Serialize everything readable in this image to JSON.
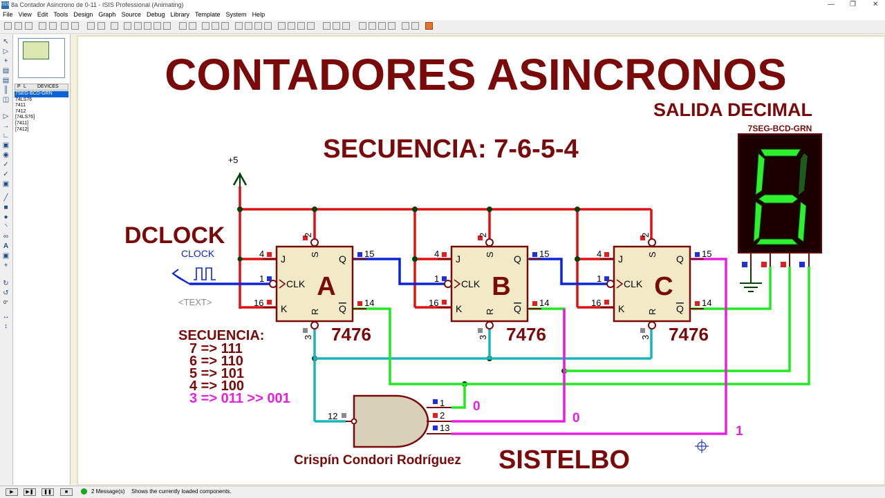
{
  "window": {
    "title": "8a Contador Asincrono de 0-11 - ISIS Professional (Animating)"
  },
  "menu": [
    "File",
    "View",
    "Edit",
    "Tools",
    "Design",
    "Graph",
    "Source",
    "Debug",
    "Library",
    "Template",
    "System",
    "Help"
  ],
  "devices": {
    "tab_p": "P",
    "tab_l": "L",
    "header": "DEVICES",
    "items": [
      "7SEG-BCD-GRN",
      "74LS76",
      "7411",
      "7412",
      "[74LS76]",
      "[7411]",
      "[7412]"
    ]
  },
  "schematic": {
    "title": "CONTADORES ASINCRONOS",
    "subtitle": "SALIDA DECIMAL",
    "sequence_title": "SECUENCIA: 7-6-5-4",
    "dclock": "DCLOCK",
    "clock_label": "CLOCK",
    "text_placeholder": "<TEXT>",
    "vcc": "+5",
    "display_label": "7SEG-BCD-GRN",
    "display_digit": "6",
    "sequence_list": {
      "head": "SECUENCIA:",
      "lines": [
        "7 => 111",
        "6 => 110",
        "5 => 101",
        "4 => 100"
      ],
      "highlight": "3 => 011 >> 001"
    },
    "flipflops": [
      {
        "name": "A",
        "part": "7476",
        "pin_j": "4",
        "pin_clk": "1",
        "pin_k": "16",
        "pin_s": "2",
        "pin_r": "3",
        "pin_q": "15",
        "pin_qn": "14"
      },
      {
        "name": "B",
        "part": "7476",
        "pin_j": "4",
        "pin_clk": "1",
        "pin_k": "16",
        "pin_s": "2",
        "pin_r": "3",
        "pin_q": "15",
        "pin_qn": "14"
      },
      {
        "name": "C",
        "part": "7476",
        "pin_j": "4",
        "pin_clk": "1",
        "pin_k": "16",
        "pin_s": "2",
        "pin_r": "3",
        "pin_q": "15",
        "pin_qn": "14"
      }
    ],
    "pin_letters": {
      "j": "J",
      "clk": "CLK",
      "k": "K",
      "s": "S",
      "r": "R",
      "q": "Q",
      "qn": "Q"
    },
    "and_gate": {
      "pin_out": "12",
      "pin_a": "1",
      "pin_b": "2",
      "pin_c": "13"
    },
    "logic_values": [
      "0",
      "0",
      "1"
    ],
    "author": "Crispín Condori Rodríguez",
    "brand": "SISTELBO"
  },
  "status": {
    "messages": "2 Message(s)",
    "hint": "Shows the currently loaded components."
  },
  "colors": {
    "wire_red": "#e01010",
    "wire_blue": "#0a24d6",
    "wire_green": "#22e822",
    "wire_cyan": "#18b4bc",
    "wire_magenta": "#e81ee0",
    "label_maroon": "#7a0a0a",
    "body_fill": "#f2eac6"
  }
}
